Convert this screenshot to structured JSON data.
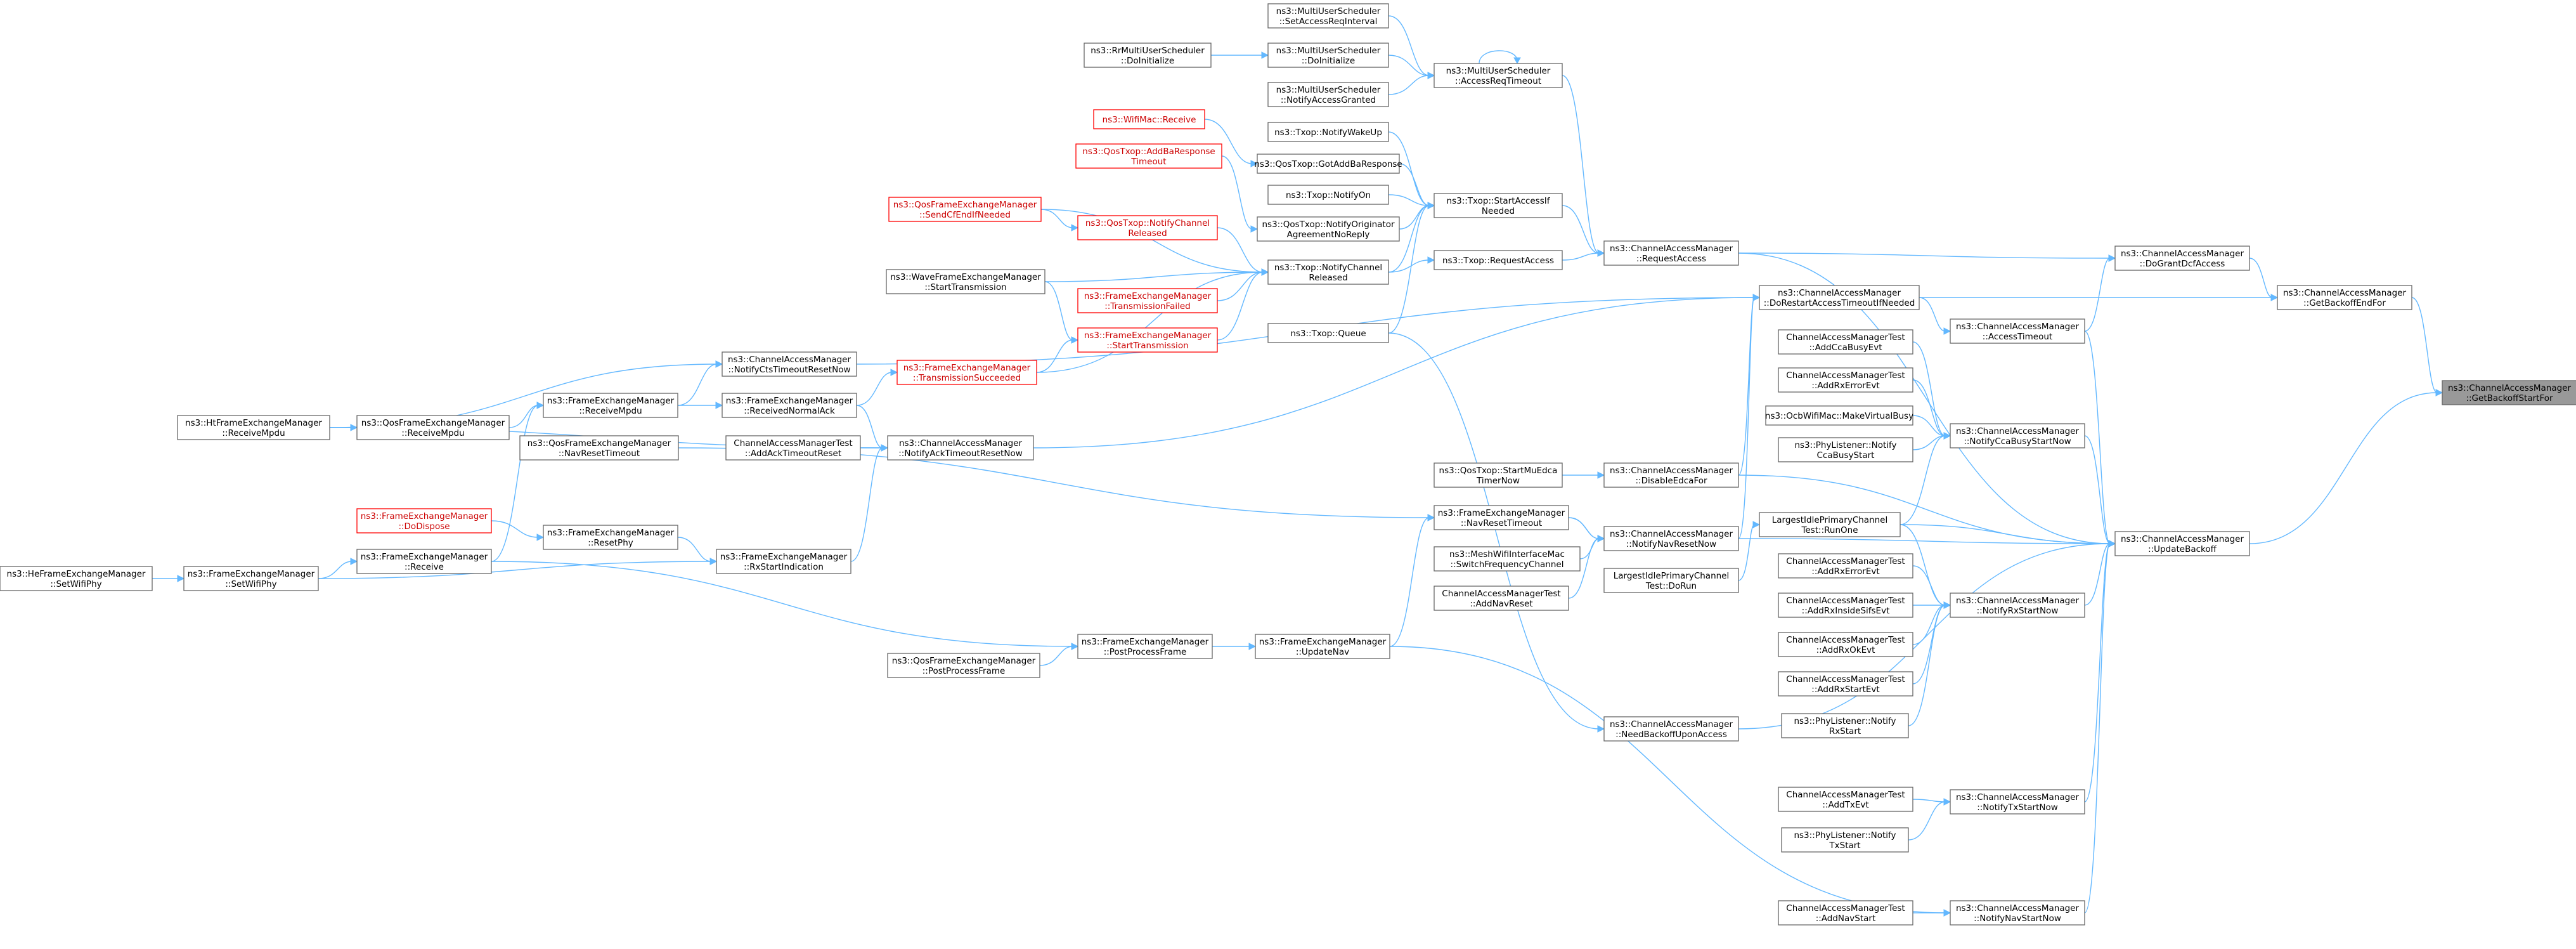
{
  "colors": {
    "edge": "#63b8ff",
    "node_border": "#666666",
    "red_border": "#ff0000",
    "root_fill": "#999999"
  },
  "nodes": [
    {
      "id": "root",
      "lines": [
        "ns3::ChannelAccessManager",
        "::GetBackoffStartFor"
      ],
      "style": "root"
    },
    {
      "id": "getBackoffEndFor",
      "lines": [
        "ns3::ChannelAccessManager",
        "::GetBackoffEndFor"
      ]
    },
    {
      "id": "doGrantDcfAccess",
      "lines": [
        "ns3::ChannelAccessManager",
        "::DoGrantDcfAccess"
      ]
    },
    {
      "id": "updateBackoff",
      "lines": [
        "ns3::ChannelAccessManager",
        "::UpdateBackoff"
      ]
    },
    {
      "id": "accessTimeout",
      "lines": [
        "ns3::ChannelAccessManager",
        "::AccessTimeout"
      ]
    },
    {
      "id": "notifyCcaBusyStartNow",
      "lines": [
        "ns3::ChannelAccessManager",
        "::NotifyCcaBusyStartNow"
      ]
    },
    {
      "id": "notifyRxStartNow",
      "lines": [
        "ns3::ChannelAccessManager",
        "::NotifyRxStartNow"
      ]
    },
    {
      "id": "notifyTxStartNow",
      "lines": [
        "ns3::ChannelAccessManager",
        "::NotifyTxStartNow"
      ]
    },
    {
      "id": "notifyNavStartNow",
      "lines": [
        "ns3::ChannelAccessManager",
        "::NotifyNavStartNow"
      ]
    },
    {
      "id": "addCcaBusyEvt",
      "lines": [
        "ChannelAccessManagerTest",
        "::AddCcaBusyEvt"
      ]
    },
    {
      "id": "addRxErrorEvt_cca",
      "lines": [
        "ChannelAccessManagerTest",
        "::AddRxErrorEvt"
      ]
    },
    {
      "id": "makeVirtualBusy",
      "lines": [
        "ns3::OcbWifiMac::MakeVirtualBusy"
      ]
    },
    {
      "id": "phyCcaBusyStart",
      "lines": [
        "ns3::PhyListener::Notify",
        "CcaBusyStart"
      ]
    },
    {
      "id": "runOne",
      "lines": [
        "LargestIdlePrimaryChannel",
        "Test::RunOne"
      ]
    },
    {
      "id": "doRun",
      "lines": [
        "LargestIdlePrimaryChannel",
        "Test::DoRun"
      ]
    },
    {
      "id": "addRxErrorEvt_rx",
      "lines": [
        "ChannelAccessManagerTest",
        "::AddRxErrorEvt"
      ]
    },
    {
      "id": "addRxInsideSifsEvt",
      "lines": [
        "ChannelAccessManagerTest",
        "::AddRxInsideSifsEvt"
      ]
    },
    {
      "id": "addRxOkEvt",
      "lines": [
        "ChannelAccessManagerTest",
        "::AddRxOkEvt"
      ]
    },
    {
      "id": "addRxStartEvt",
      "lines": [
        "ChannelAccessManagerTest",
        "::AddRxStartEvt"
      ]
    },
    {
      "id": "phyRxStart",
      "lines": [
        "ns3::PhyListener::Notify",
        "RxStart"
      ]
    },
    {
      "id": "addTxEvt",
      "lines": [
        "ChannelAccessManagerTest",
        "::AddTxEvt"
      ]
    },
    {
      "id": "phyTxStart",
      "lines": [
        "ns3::PhyListener::Notify",
        "TxStart"
      ]
    },
    {
      "id": "addNavStart",
      "lines": [
        "ChannelAccessManagerTest",
        "::AddNavStart"
      ]
    },
    {
      "id": "requestAccess_cam",
      "lines": [
        "ns3::ChannelAccessManager",
        "::RequestAccess"
      ]
    },
    {
      "id": "doRestart",
      "lines": [
        "ns3::ChannelAccessManager",
        "::DoRestartAccessTimeoutIfNeeded"
      ]
    },
    {
      "id": "disableEdcaFor",
      "lines": [
        "ns3::ChannelAccessManager",
        "::DisableEdcaFor"
      ]
    },
    {
      "id": "notifyNavResetNow",
      "lines": [
        "ns3::ChannelAccessManager",
        "::NotifyNavResetNow"
      ]
    },
    {
      "id": "needBackoff",
      "lines": [
        "ns3::ChannelAccessManager",
        "::NeedBackoffUponAccess"
      ]
    },
    {
      "id": "accessReqTimeout",
      "lines": [
        "ns3::MultiUserScheduler",
        "::AccessReqTimeout"
      ]
    },
    {
      "id": "setAccessReqInterval",
      "lines": [
        "ns3::MultiUserScheduler",
        "::SetAccessReqInterval"
      ]
    },
    {
      "id": "muDoInitialize",
      "lines": [
        "ns3::MultiUserScheduler",
        "::DoInitialize"
      ]
    },
    {
      "id": "notifyAccessGranted",
      "lines": [
        "ns3::MultiUserScheduler",
        "::NotifyAccessGranted"
      ]
    },
    {
      "id": "rrDoInitialize",
      "lines": [
        "ns3::RrMultiUserScheduler",
        "::DoInitialize"
      ]
    },
    {
      "id": "startAccessIfNeeded",
      "lines": [
        "ns3::Txop::StartAccessIf",
        "Needed"
      ]
    },
    {
      "id": "txopRequestAccess",
      "lines": [
        "ns3::Txop::RequestAccess"
      ]
    },
    {
      "id": "txopNotifyChannelReleased",
      "lines": [
        "ns3::Txop::NotifyChannel",
        "Released"
      ]
    },
    {
      "id": "txopQueue",
      "lines": [
        "ns3::Txop::Queue"
      ]
    },
    {
      "id": "wifiMacReceive",
      "lines": [
        "ns3::WifiMac::Receive"
      ],
      "style": "red"
    },
    {
      "id": "notifyWakeUp",
      "lines": [
        "ns3::Txop::NotifyWakeUp"
      ]
    },
    {
      "id": "addBaResponseTimeout",
      "lines": [
        "ns3::QosTxop::AddBaResponse",
        "Timeout"
      ],
      "style": "red"
    },
    {
      "id": "gotAddBaResponse",
      "lines": [
        "ns3::QosTxop::GotAddBaResponse"
      ]
    },
    {
      "id": "notifyOn",
      "lines": [
        "ns3::Txop::NotifyOn"
      ]
    },
    {
      "id": "notifyOriginator",
      "lines": [
        "ns3::QosTxop::NotifyOriginator",
        "AgreementNoReply"
      ]
    },
    {
      "id": "qosSendCfEnd",
      "lines": [
        "ns3::QosFrameExchangeManager",
        "::SendCfEndIfNeeded"
      ],
      "style": "red"
    },
    {
      "id": "qosTxopNotifyChannelReleased",
      "lines": [
        "ns3::QosTxop::NotifyChannel",
        "Released"
      ],
      "style": "red"
    },
    {
      "id": "waveStartTransmission",
      "lines": [
        "ns3::WaveFrameExchangeManager",
        "::StartTransmission"
      ]
    },
    {
      "id": "transmissionFailed",
      "lines": [
        "ns3::FrameExchangeManager",
        "::TransmissionFailed"
      ],
      "style": "red"
    },
    {
      "id": "femStartTransmission",
      "lines": [
        "ns3::FrameExchangeManager",
        "::StartTransmission"
      ],
      "style": "red"
    },
    {
      "id": "transmissionSucceeded",
      "lines": [
        "ns3::FrameExchangeManager",
        "::TransmissionSucceeded"
      ],
      "style": "red"
    },
    {
      "id": "notifyCtsTimeoutResetNow",
      "lines": [
        "ns3::ChannelAccessManager",
        "::NotifyCtsTimeoutResetNow"
      ]
    },
    {
      "id": "receivedNormalAck",
      "lines": [
        "ns3::FrameExchangeManager",
        "::ReceivedNormalAck"
      ]
    },
    {
      "id": "notifyAckTimeoutResetNow",
      "lines": [
        "ns3::ChannelAccessManager",
        "::NotifyAckTimeoutResetNow"
      ]
    },
    {
      "id": "addAckTimeoutReset",
      "lines": [
        "ChannelAccessManagerTest",
        "::AddAckTimeoutReset"
      ]
    },
    {
      "id": "fem_receiveMpdu",
      "lines": [
        "ns3::FrameExchangeManager",
        "::ReceiveMpdu"
      ]
    },
    {
      "id": "qos_receiveMpdu",
      "lines": [
        "ns3::QosFrameExchangeManager",
        "::ReceiveMpdu"
      ]
    },
    {
      "id": "ht_receiveMpdu",
      "lines": [
        "ns3::HtFrameExchangeManager",
        "::ReceiveMpdu"
      ]
    },
    {
      "id": "qosNavResetTimeout",
      "lines": [
        "ns3::QosFrameExchangeManager",
        "::NavResetTimeout"
      ]
    },
    {
      "id": "femDoDispose",
      "lines": [
        "ns3::FrameExchangeManager",
        "::DoDispose"
      ],
      "style": "red"
    },
    {
      "id": "femResetPhy",
      "lines": [
        "ns3::FrameExchangeManager",
        "::ResetPhy"
      ]
    },
    {
      "id": "femReceive",
      "lines": [
        "ns3::FrameExchangeManager",
        "::Receive"
      ]
    },
    {
      "id": "rxStartIndication",
      "lines": [
        "ns3::FrameExchangeManager",
        "::RxStartIndication"
      ]
    },
    {
      "id": "fem_setWifiPhy",
      "lines": [
        "ns3::FrameExchangeManager",
        "::SetWifiPhy"
      ]
    },
    {
      "id": "he_setWifiPhy",
      "lines": [
        "ns3::HeFrameExchangeManager",
        "::SetWifiPhy"
      ]
    },
    {
      "id": "femNavResetTimeout",
      "lines": [
        "ns3::FrameExchangeManager",
        "::NavResetTimeout"
      ]
    },
    {
      "id": "startMuEdcaTimerNow",
      "lines": [
        "ns3::QosTxop::StartMuEdca",
        "TimerNow"
      ]
    },
    {
      "id": "meshSwitch",
      "lines": [
        "ns3::MeshWifiInterfaceMac",
        "::SwitchFrequencyChannel"
      ]
    },
    {
      "id": "addNavReset",
      "lines": [
        "ChannelAccessManagerTest",
        "::AddNavReset"
      ]
    },
    {
      "id": "femUpdateNav",
      "lines": [
        "ns3::FrameExchangeManager",
        "::UpdateNav"
      ]
    },
    {
      "id": "femPostProcessFrame",
      "lines": [
        "ns3::FrameExchangeManager",
        "::PostProcessFrame"
      ]
    },
    {
      "id": "qosPostProcessFrame",
      "lines": [
        "ns3::QosFrameExchangeManager",
        "::PostProcessFrame"
      ]
    }
  ]
}
